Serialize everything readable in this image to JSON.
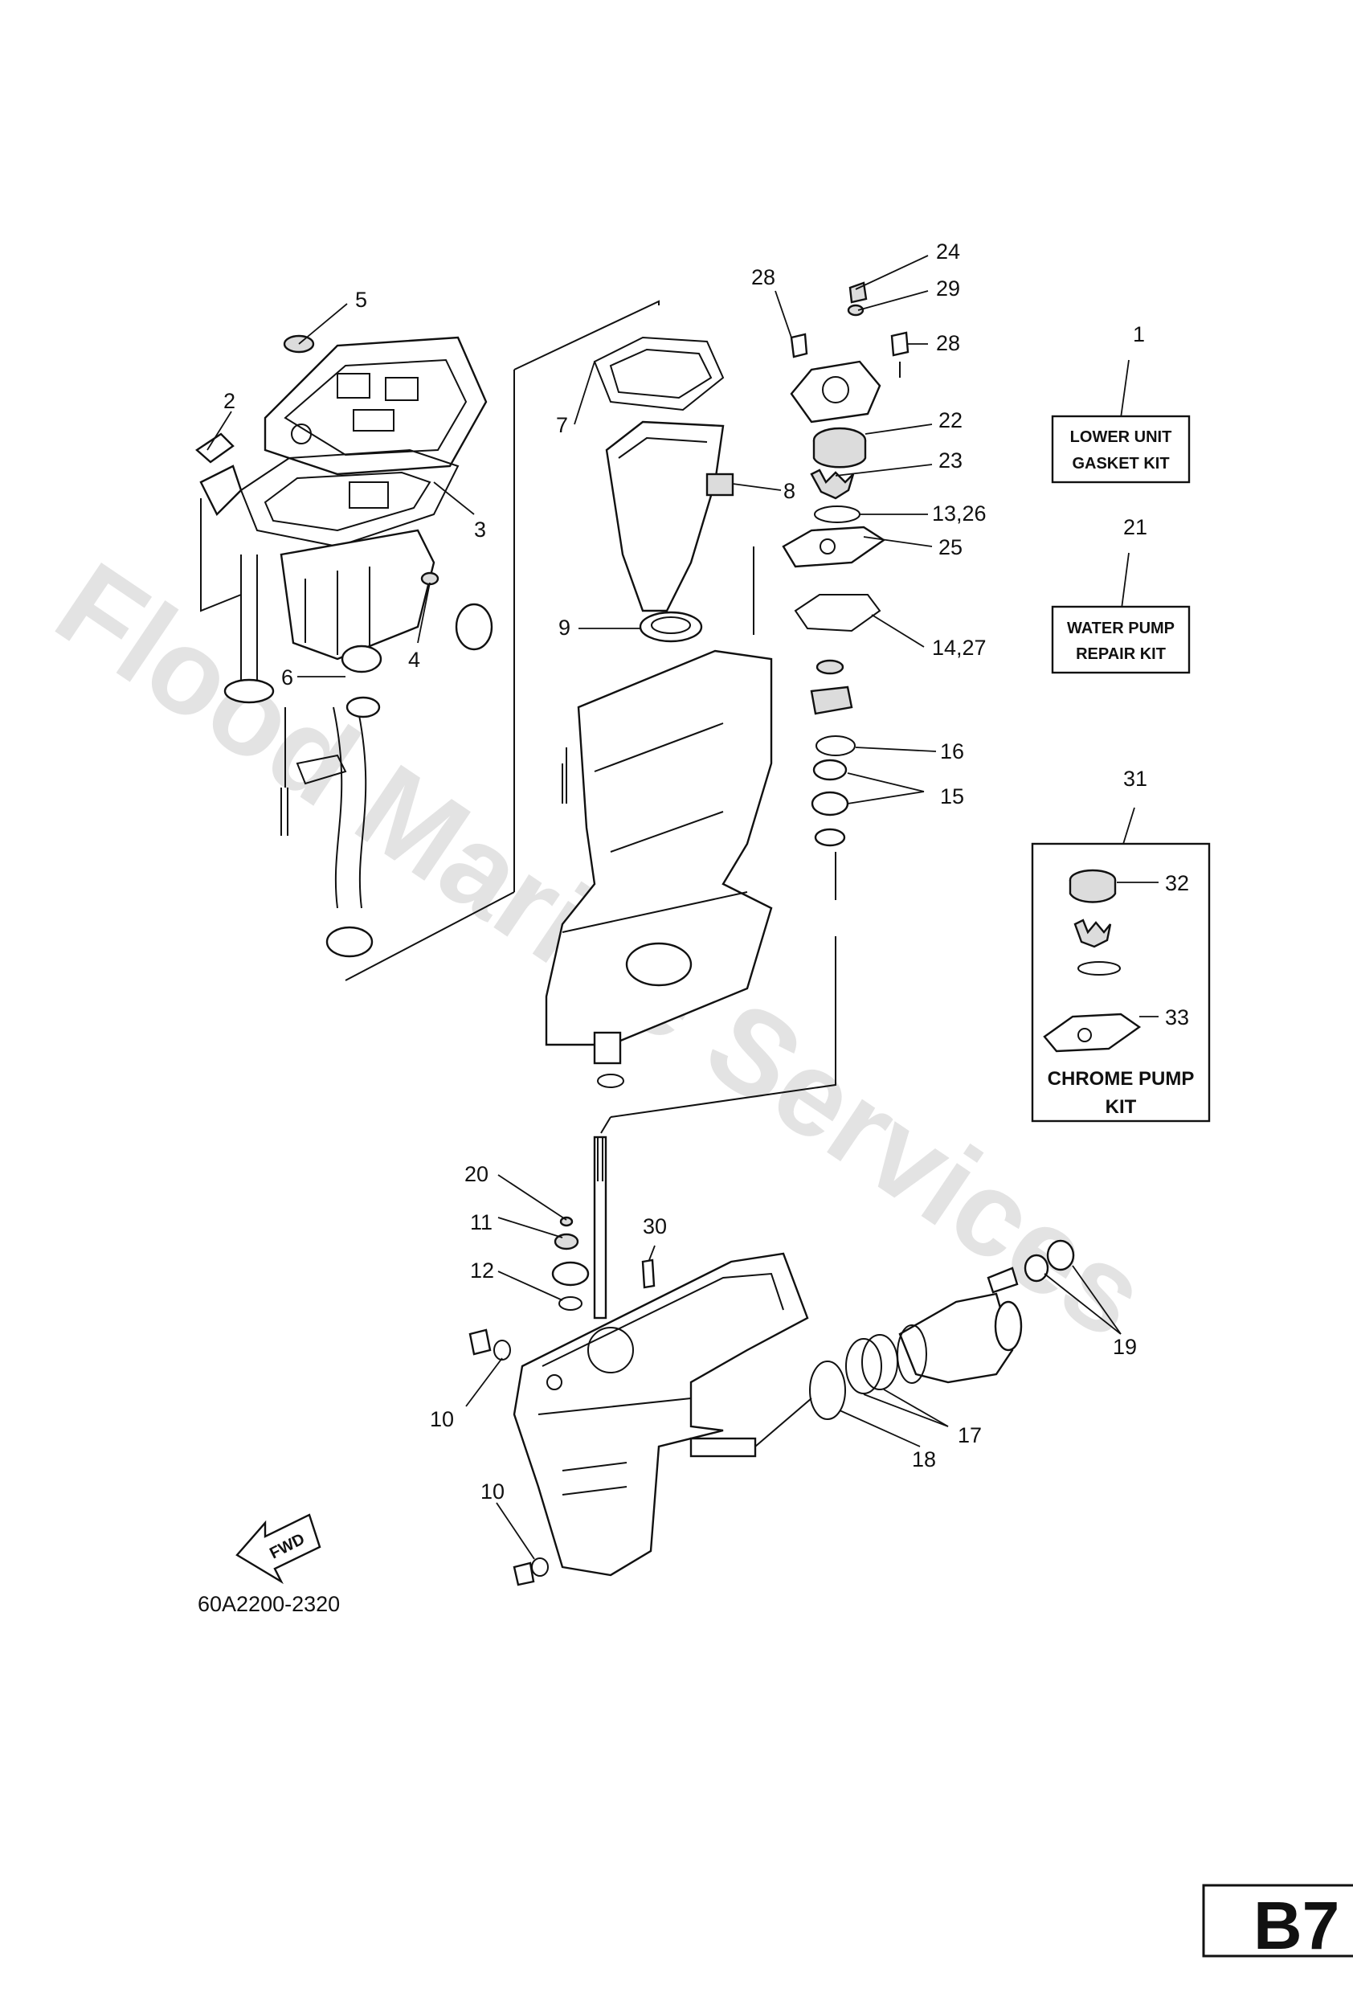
{
  "watermark": "Flood Marine Services",
  "drawing_number": "60A2200-2320",
  "page_tag": "B7",
  "fwd_arrow_label": "FWD",
  "kit_boxes": {
    "lower_unit_gasket_kit": {
      "ref": "1",
      "lines": [
        "LOWER UNIT",
        "GASKET KIT"
      ]
    },
    "water_pump_repair_kit": {
      "ref": "21",
      "lines": [
        "WATER PUMP",
        "REPAIR KIT"
      ]
    },
    "chrome_pump_kit": {
      "ref": "31",
      "lines": [
        "CHROME PUMP",
        "KIT"
      ],
      "items": [
        "32",
        "33"
      ]
    }
  },
  "callouts": {
    "c24": "24",
    "c28a": "28",
    "c29": "29",
    "c28b": "28",
    "c5": "5",
    "c2": "2",
    "c7": "7",
    "c22": "22",
    "c23": "23",
    "c8": "8",
    "c3": "3",
    "c13_26": "13,26",
    "c25": "25",
    "c9": "9",
    "c14_27": "14,27",
    "c4": "4",
    "c6": "6",
    "c16": "16",
    "c15": "15",
    "c20": "20",
    "c11": "11",
    "c30": "30",
    "c12": "12",
    "c19": "19",
    "c10a": "10",
    "c17": "17",
    "c18": "18",
    "c10b": "10"
  }
}
